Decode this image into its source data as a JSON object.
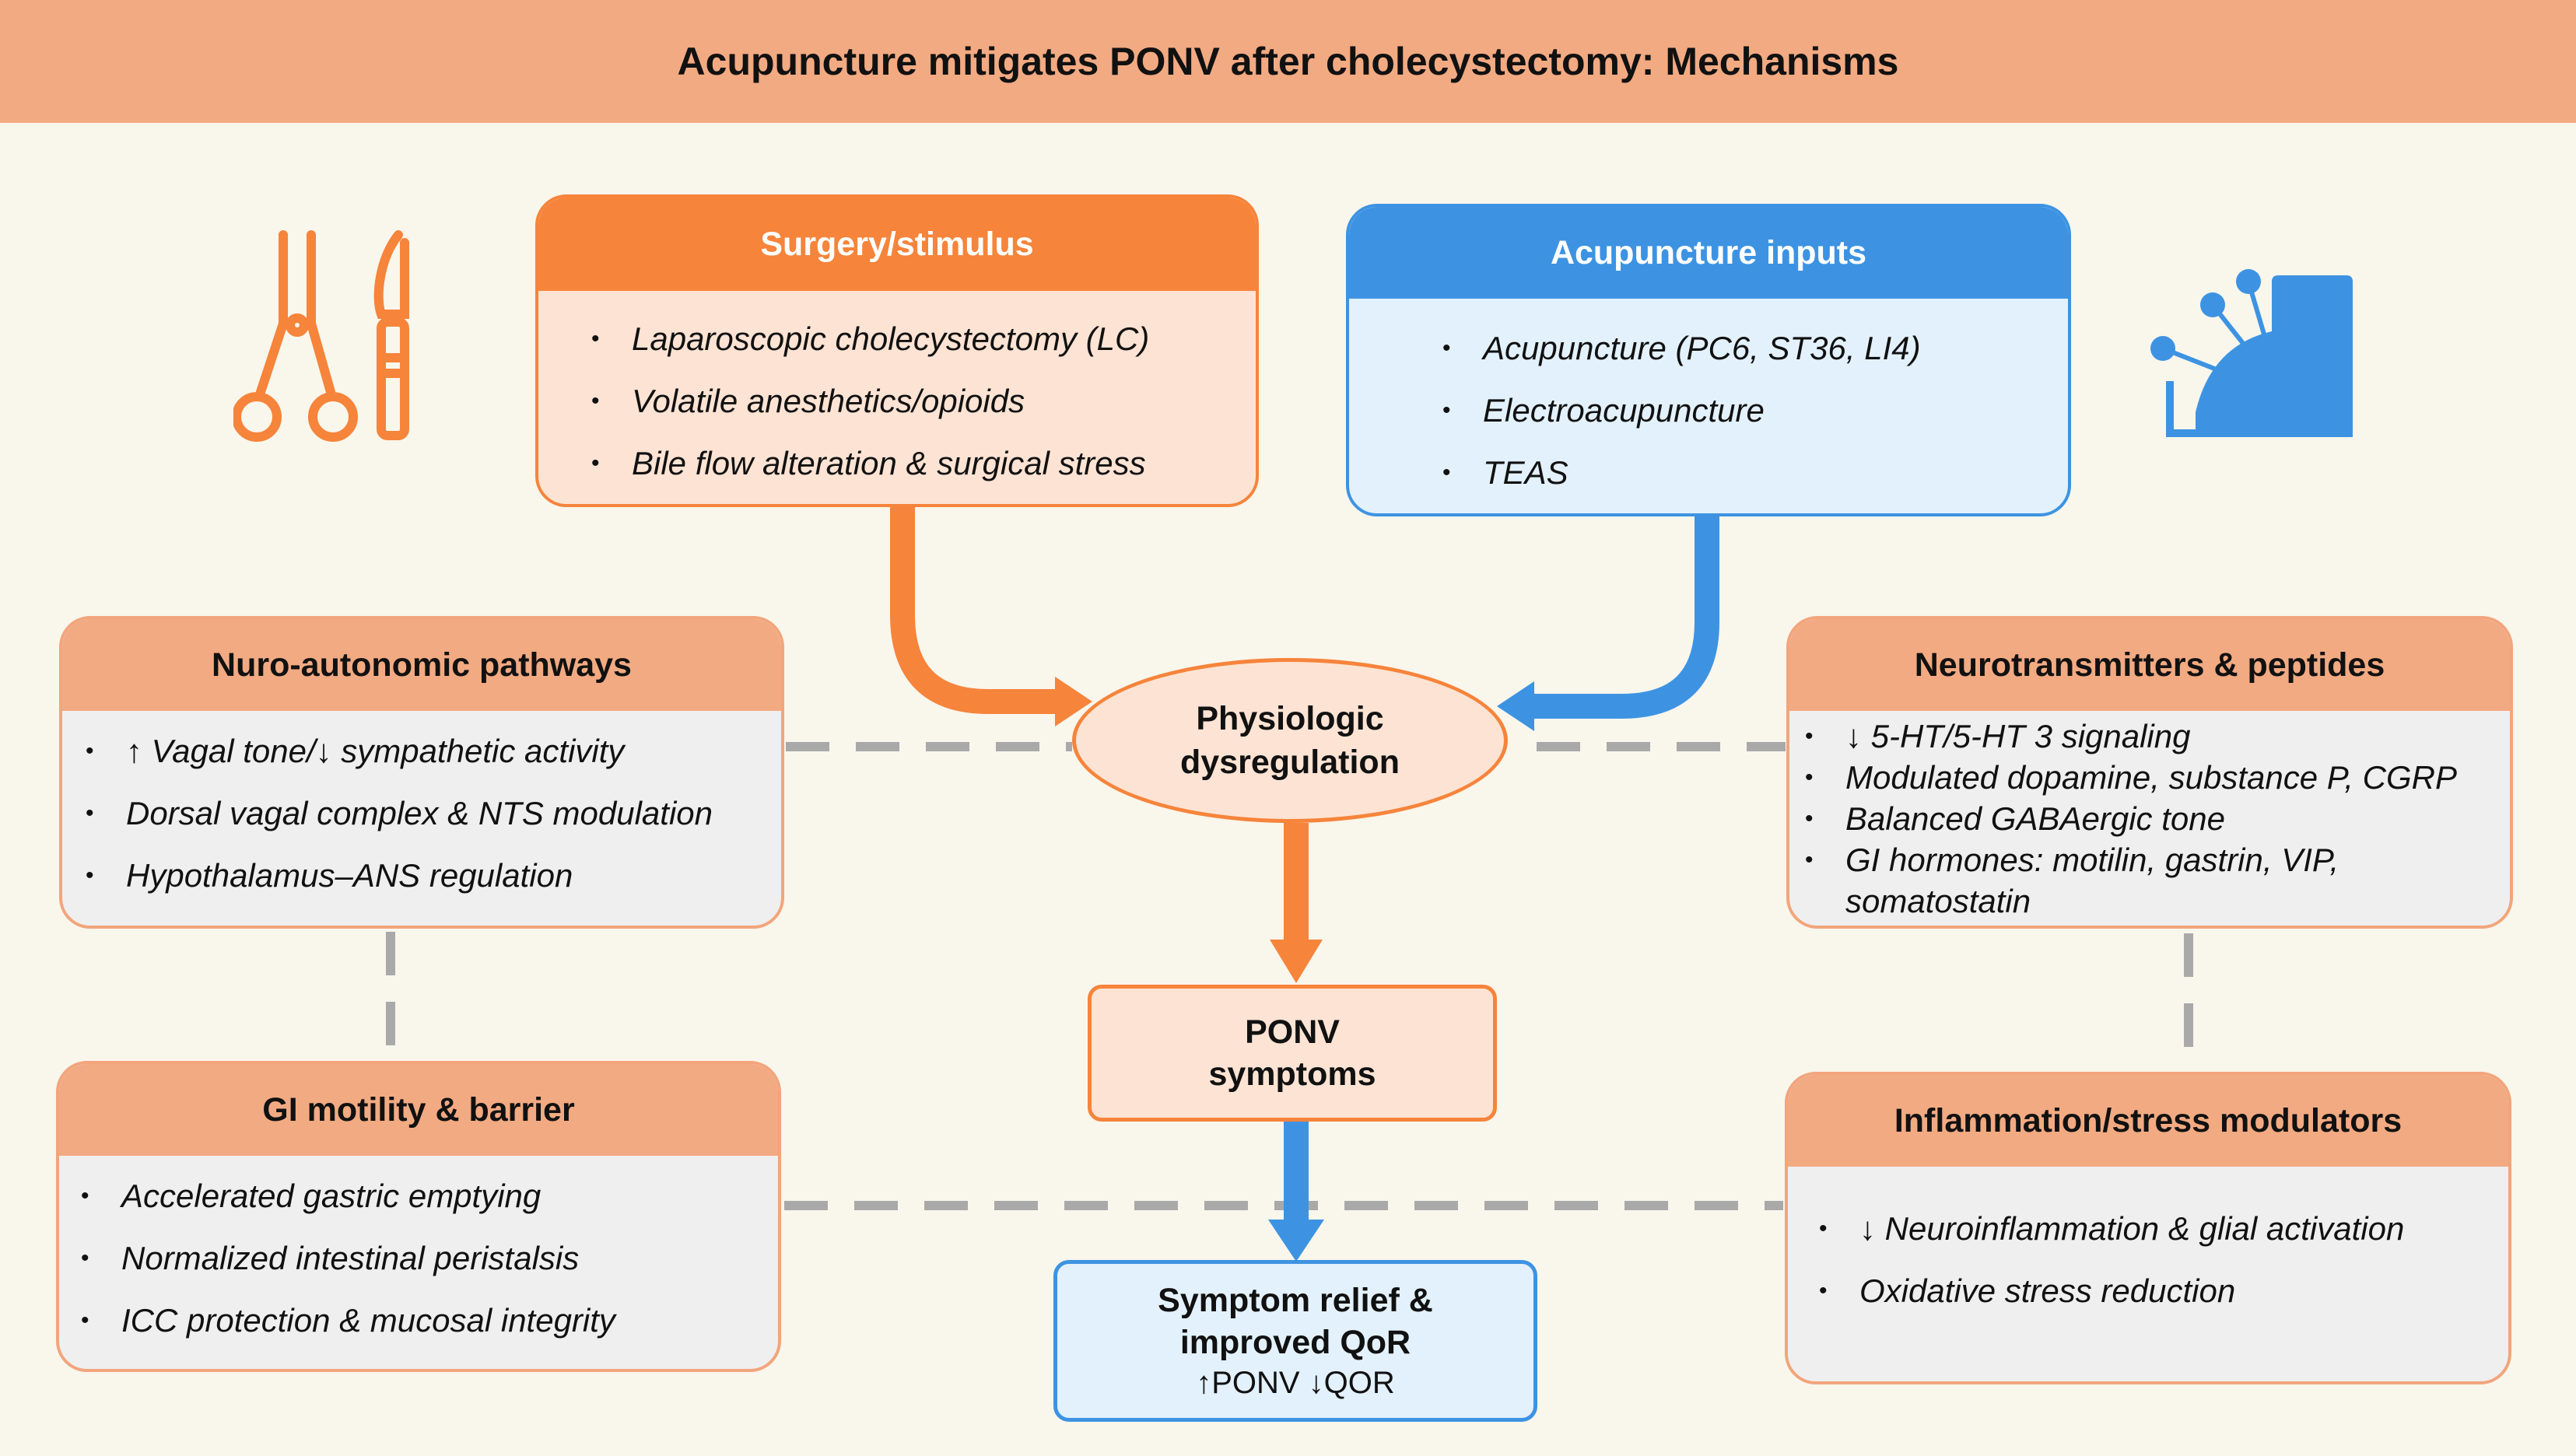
{
  "title": "Acupuncture mitigates PONV after cholecystectomy: Mechanisms",
  "colors": {
    "orange": "#f6843b",
    "blue": "#3d93e2",
    "peach": "#f2aa82",
    "dash": "#a9a9a9"
  },
  "icons": {
    "left": "surgical-instruments",
    "right": "acupuncture-needles"
  },
  "surgery": {
    "title": "Surgery/stimulus",
    "items": [
      "Laparoscopic cholecystectomy (LC)",
      "Volatile anesthetics/opioids",
      "Bile flow alteration & surgical stress"
    ]
  },
  "acupuncture": {
    "title": "Acupuncture inputs",
    "items": [
      "Acupuncture (PC6, ST36, LI4)",
      "Electroacupuncture",
      "TEAS"
    ]
  },
  "neuro_autonomic": {
    "title": "Nuro-autonomic pathways",
    "items": [
      "↑ Vagal tone/↓ sympathetic activity",
      "Dorsal vagal complex & NTS modulation",
      "Hypothalamus–ANS regulation"
    ]
  },
  "gi_motility": {
    "title": "GI motility & barrier",
    "items": [
      "Accelerated gastric emptying",
      "Normalized intestinal peristalsis",
      "ICC protection & mucosal integrity"
    ]
  },
  "neurotransmitters": {
    "title": "Neurotransmitters & peptides",
    "items": [
      "↓ 5-HT/5-HT 3 signaling",
      "Modulated dopamine, substance P, CGRP",
      "Balanced GABAergic tone",
      "GI hormones: motilin, gastrin, VIP, somatostatin"
    ]
  },
  "inflammation": {
    "title": "Inflammation/stress modulators",
    "items": [
      "↓ Neuroinflammation & glial activation",
      "Oxidative stress reduction"
    ]
  },
  "center": {
    "physiologic": "Physiologic dysregulation",
    "ponv": "PONV symptoms",
    "relief_title": "Symptom relief & improved QoR",
    "relief_sub": "↑PONV ↓QOR"
  }
}
